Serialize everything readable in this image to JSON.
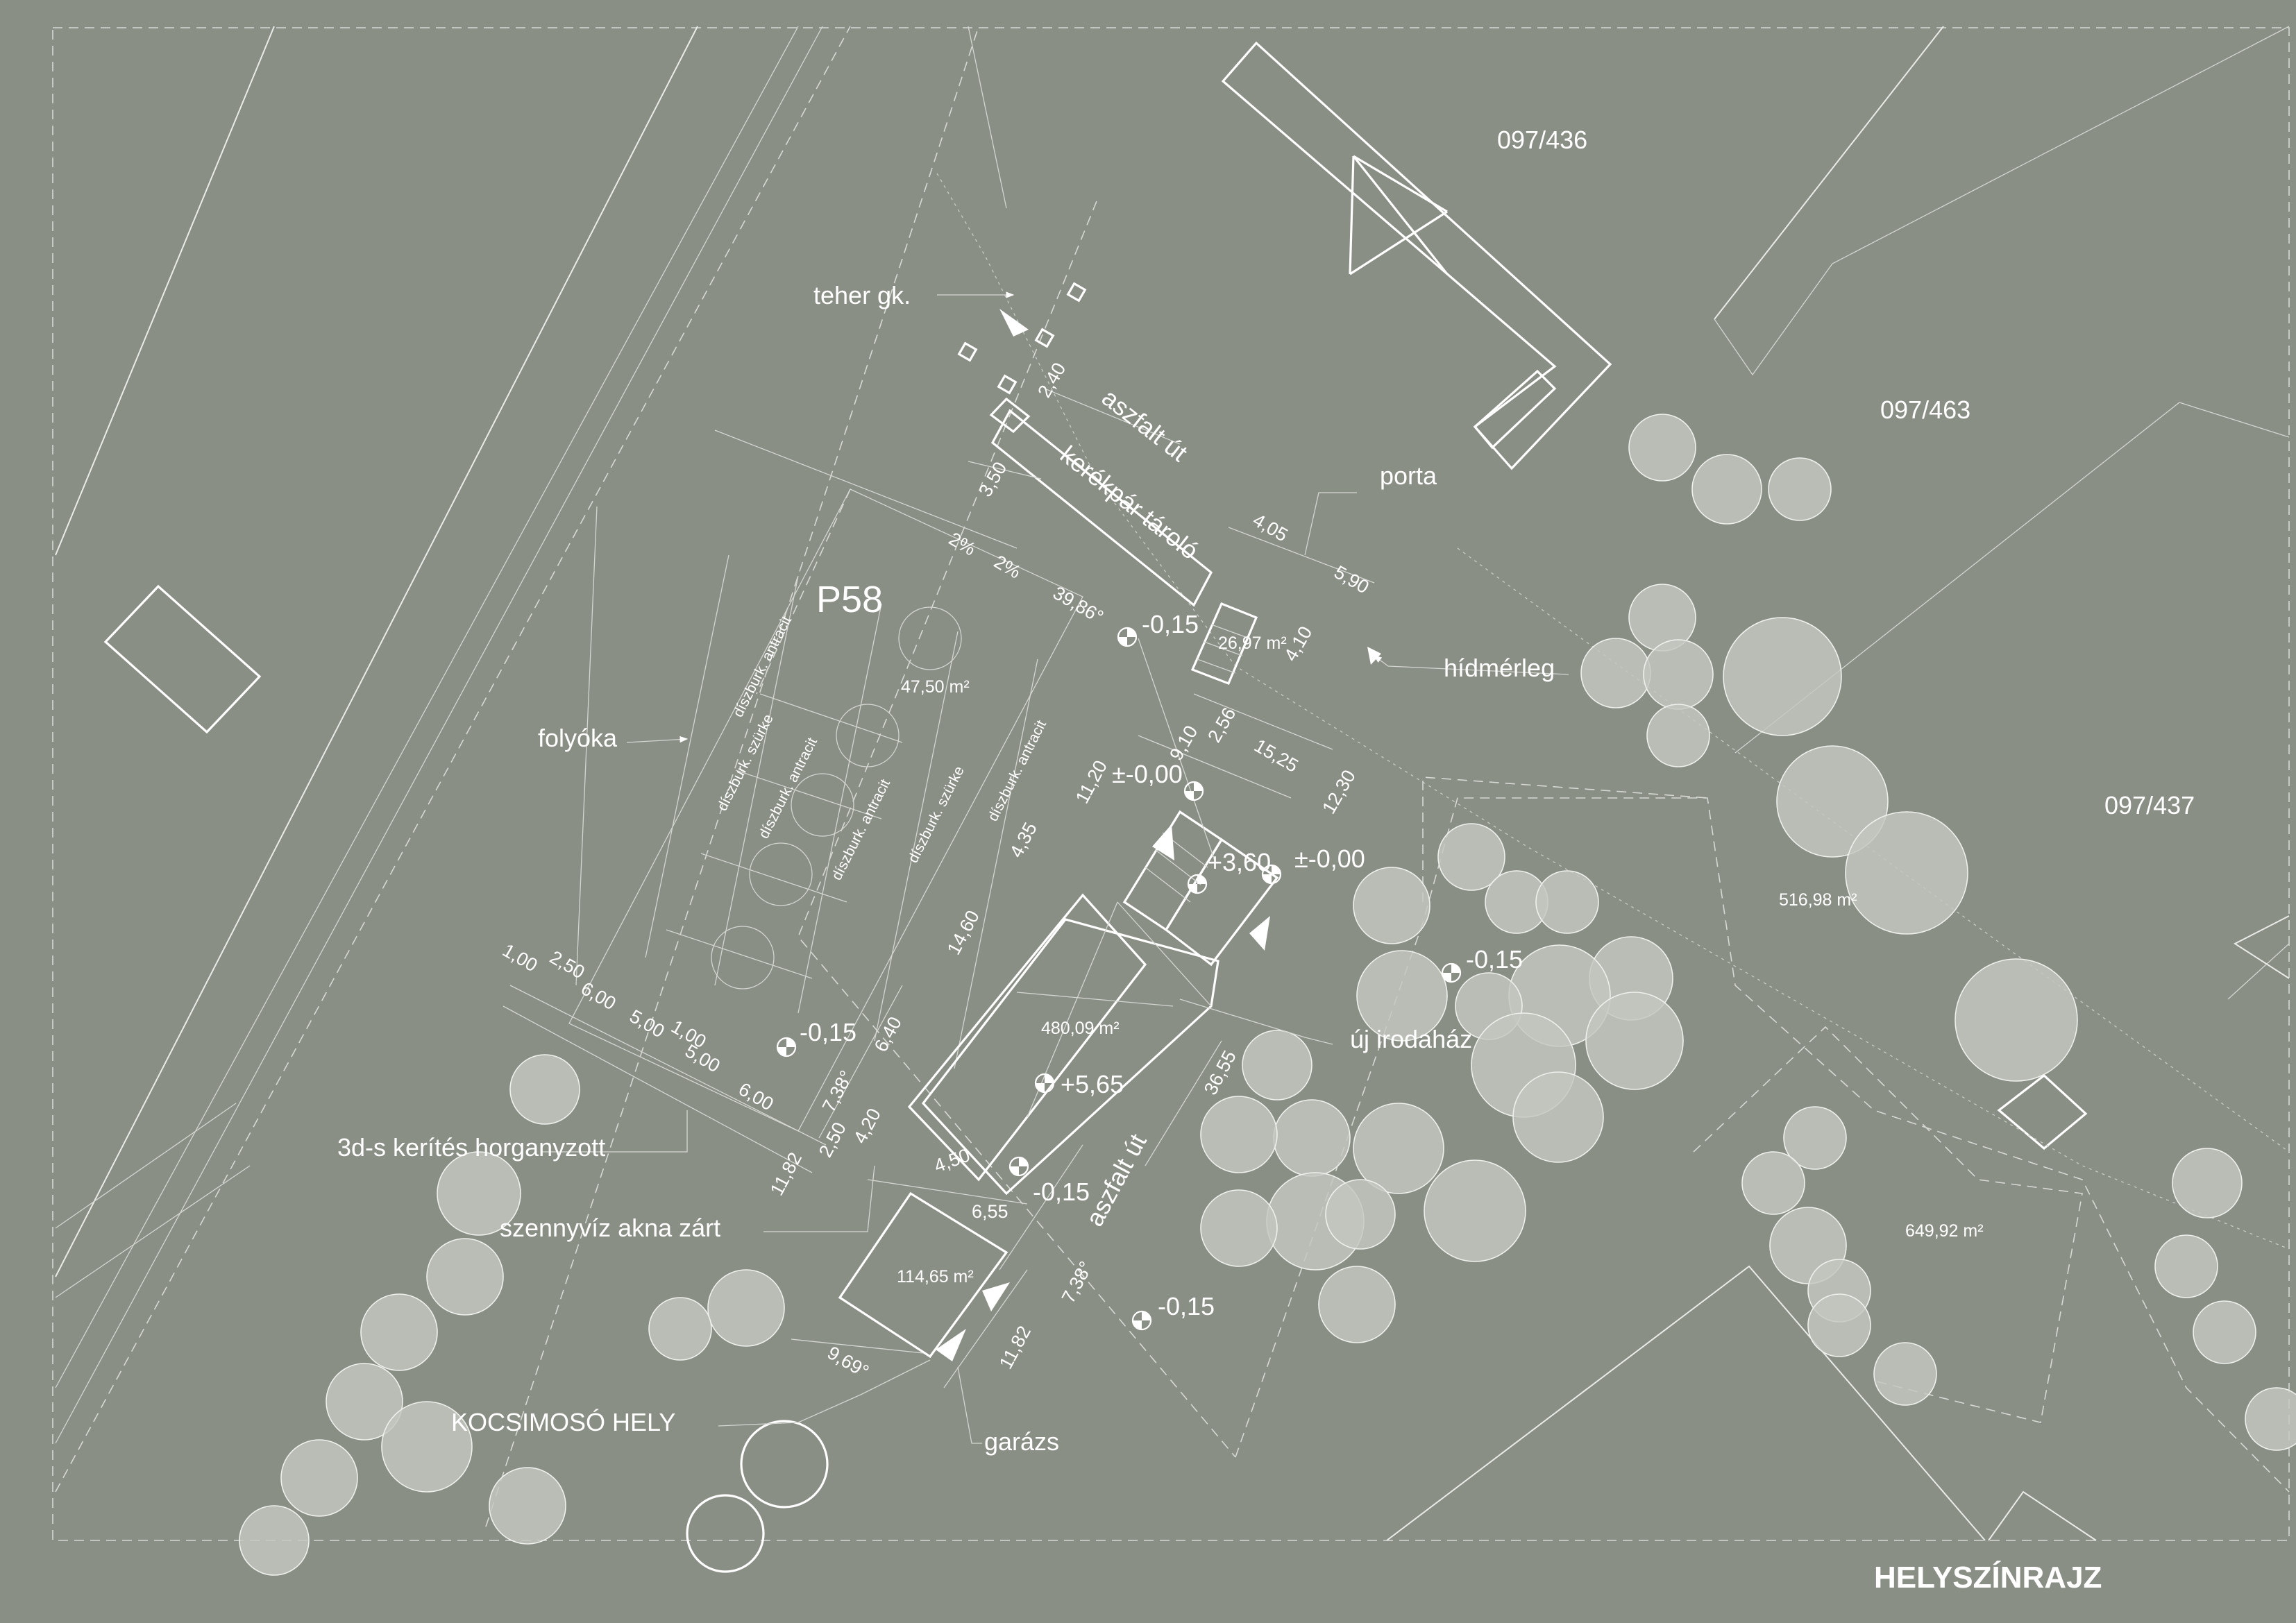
{
  "title": "HELYSZÍNRAJZ",
  "parcels": [
    "097/436",
    "097/463",
    "097/437"
  ],
  "parcel_code": "P58",
  "labels": {
    "truck": "teher gk.",
    "asphalt_road": "aszfalt út",
    "bike_storage": "kerékpár tároló",
    "gatehouse": "porta",
    "bridge_scale": "hídmérleg",
    "gutter": "folyóka",
    "new_office": "új irodaház",
    "fence": "3d-s kerítés horganyzott",
    "sewer_manhole": "szennyvíz akna zárt",
    "car_wash": "KOCSIMOSÓ HELY",
    "garage": "garázs",
    "paving_anthracite": "díszburk. antracit",
    "paving_grey": "díszburk. szürke"
  },
  "areas": {
    "parking": "47,50 m²",
    "gatehouse": "26,97 m²",
    "office": "480,09 m²",
    "garage": "114,65 m²",
    "green_a": "516,98 m²",
    "green_b": "649,92 m²"
  },
  "levels": {
    "entry": "-0,15",
    "zero_a": "±-0,00",
    "upper": "+3,60",
    "zero_b": "±-0,00",
    "east": "-0,15",
    "west": "-0,15",
    "roof": "+5,65",
    "road": "-0,15",
    "south": "-0,15"
  },
  "dimensions": {
    "d_2_40": "2,40",
    "d_3_50": "3,50",
    "d_4_05": "4,05",
    "d_5_90": "5,90",
    "d_4_10": "4,10",
    "slope_a": "2%",
    "slope_b": "2%",
    "d_39_86": "39,86°",
    "d_9_10": "9,10",
    "d_2_56": "2,56",
    "d_15_25": "15,25",
    "d_11_20": "11,20",
    "d_12_30": "12,30",
    "d_4_35": "4,35",
    "d_14_60": "14,60",
    "d_1_00a": "1,00",
    "d_2_50": "2,50",
    "d_6_00a": "6,00",
    "d_5_00a": "5,00",
    "d_1_00b": "1,00",
    "d_5_00b": "5,00",
    "d_6_00b": "6,00",
    "d_6_40": "6,40",
    "d_7_38a": "7,38°",
    "d_4_20": "4,20",
    "d_2_50b": "2,50",
    "d_11_82a": "11,82",
    "d_36_55": "36,55",
    "d_4_50": "4,50",
    "d_6_55": "6,55",
    "d_7_38b": "7,38°",
    "d_11_82b": "11,82",
    "d_9_69": "9,69°"
  }
}
